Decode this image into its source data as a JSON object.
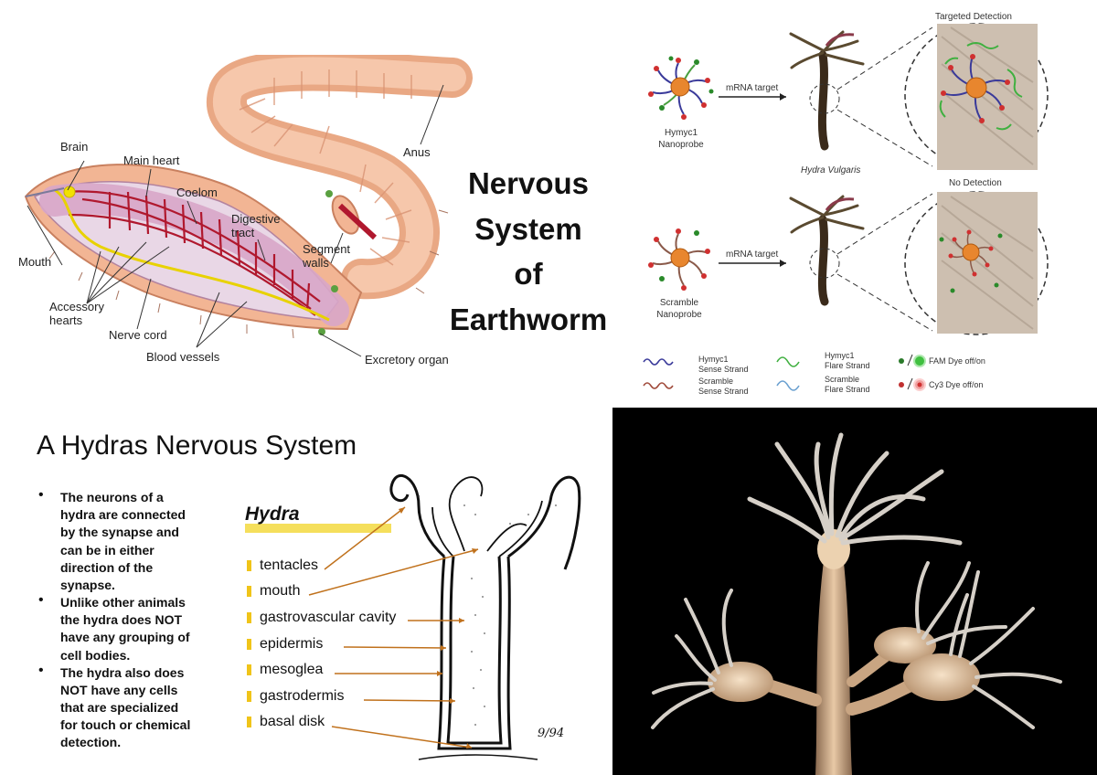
{
  "earthworm": {
    "labels": {
      "brain": "Brain",
      "main_heart": "Main heart",
      "coelom": "Coelom",
      "digestive_tract_1": "Digestive",
      "digestive_tract_2": "tract",
      "anus": "Anus",
      "segment_walls_1": "Segment",
      "segment_walls_2": "walls",
      "mouth": "Mouth",
      "accessory_hearts_1": "Accessory",
      "accessory_hearts_2": "hearts",
      "nerve_cord": "Nerve cord",
      "blood_vessels": "Blood vessels",
      "excretory_organ": "Excretory organ"
    },
    "colors": {
      "body": "#f0b896",
      "vessel": "#b0182e",
      "nerve": "#e8d200"
    }
  },
  "center_title": {
    "line1": "Nervous",
    "line2": "System",
    "line3": "of",
    "line4": "Earthworm"
  },
  "nanoprobe": {
    "targeted_detection": "Targeted Detection",
    "no_detection": "No Detection",
    "mrna_target_top": "mRNA target",
    "mrna_target_bottom": "mRNA target",
    "hymyc1_nanoprobe_1": "Hymyc1",
    "hymyc1_nanoprobe_2": "Nanoprobe",
    "scramble_nanoprobe_1": "Scramble",
    "scramble_nanoprobe_2": "Nanoprobe",
    "species": "Hydra Vulgaris",
    "legend": {
      "hymyc1_sense_1": "Hymyc1",
      "hymyc1_sense_2": "Sense Strand",
      "scramble_sense_1": "Scramble",
      "scramble_sense_2": "Sense Strand",
      "hymyc1_flare_1": "Hymyc1",
      "hymyc1_flare_2": "Flare Strand",
      "scramble_flare_1": "Scramble",
      "scramble_flare_2": "Flare Strand",
      "fam_dye": "FAM Dye off/on",
      "cy3_dye": "Cy3 Dye off/on"
    }
  },
  "hydra_slide": {
    "title": "A Hydras Nervous System",
    "bullets": [
      {
        "lines": [
          "The neurons of a",
          "hydra are connected",
          "by the synapse and",
          "can be in either",
          "direction of the",
          "synapse."
        ]
      },
      {
        "lines": [
          "Unlike other animals",
          "the hydra does NOT",
          "have any grouping of",
          "cell bodies."
        ]
      },
      {
        "lines": [
          "The hydra also does",
          "NOT have any cells",
          "that are specialized",
          "for touch or chemical",
          "detection."
        ]
      }
    ],
    "diagram_title": "Hydra",
    "parts": [
      "tentacles",
      "mouth",
      "gastrovascular cavity",
      "epidermis",
      "mesoglea",
      "gastrodermis",
      "basal disk"
    ],
    "signature": "9/94"
  }
}
